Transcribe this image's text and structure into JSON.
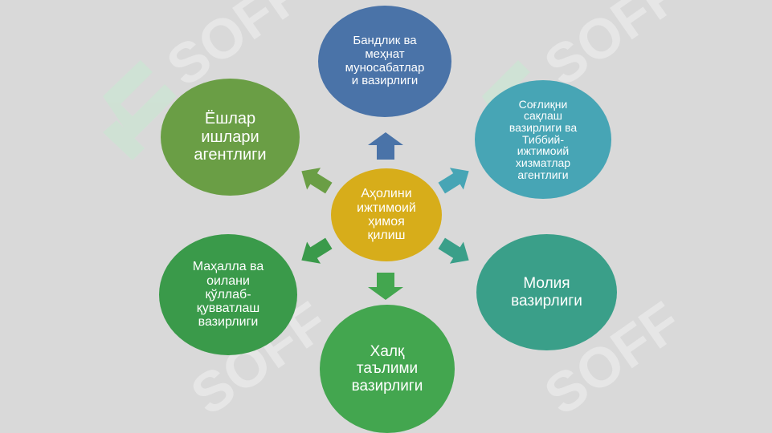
{
  "diagram": {
    "center": {
      "label": "Аҳолини\nижтимоий\nҳимоя\nқилиш",
      "color": "#d7ad1a"
    },
    "nodes": [
      {
        "id": "top",
        "label": "Бандлик ва\nмеҳнат\nмуносабатлар\nи вазирлиги",
        "color": "#4a73a8"
      },
      {
        "id": "topright",
        "label": "Соғлиқни\nсақлаш\nвазирлиги ва\nТиббий-\nижтимоий\nхизматлар\nагентлиги",
        "color": "#47a5b5"
      },
      {
        "id": "right",
        "label": "Молия\nвазирлиги",
        "color": "#3a9f89"
      },
      {
        "id": "bottom",
        "label": "Халқ\nтаълими\nвазирлиги",
        "color": "#43a64f"
      },
      {
        "id": "bottomleft",
        "label": "Маҳалла ва\nоилани\nқўллаб-\nқувватлаш\nвазирлиги",
        "color": "#3a9a4a"
      },
      {
        "id": "topleft",
        "label": "Ёшлар\nишлари\nагентлиги",
        "color": "#6a9e45"
      }
    ]
  },
  "watermark": {
    "text": "SOFF"
  }
}
